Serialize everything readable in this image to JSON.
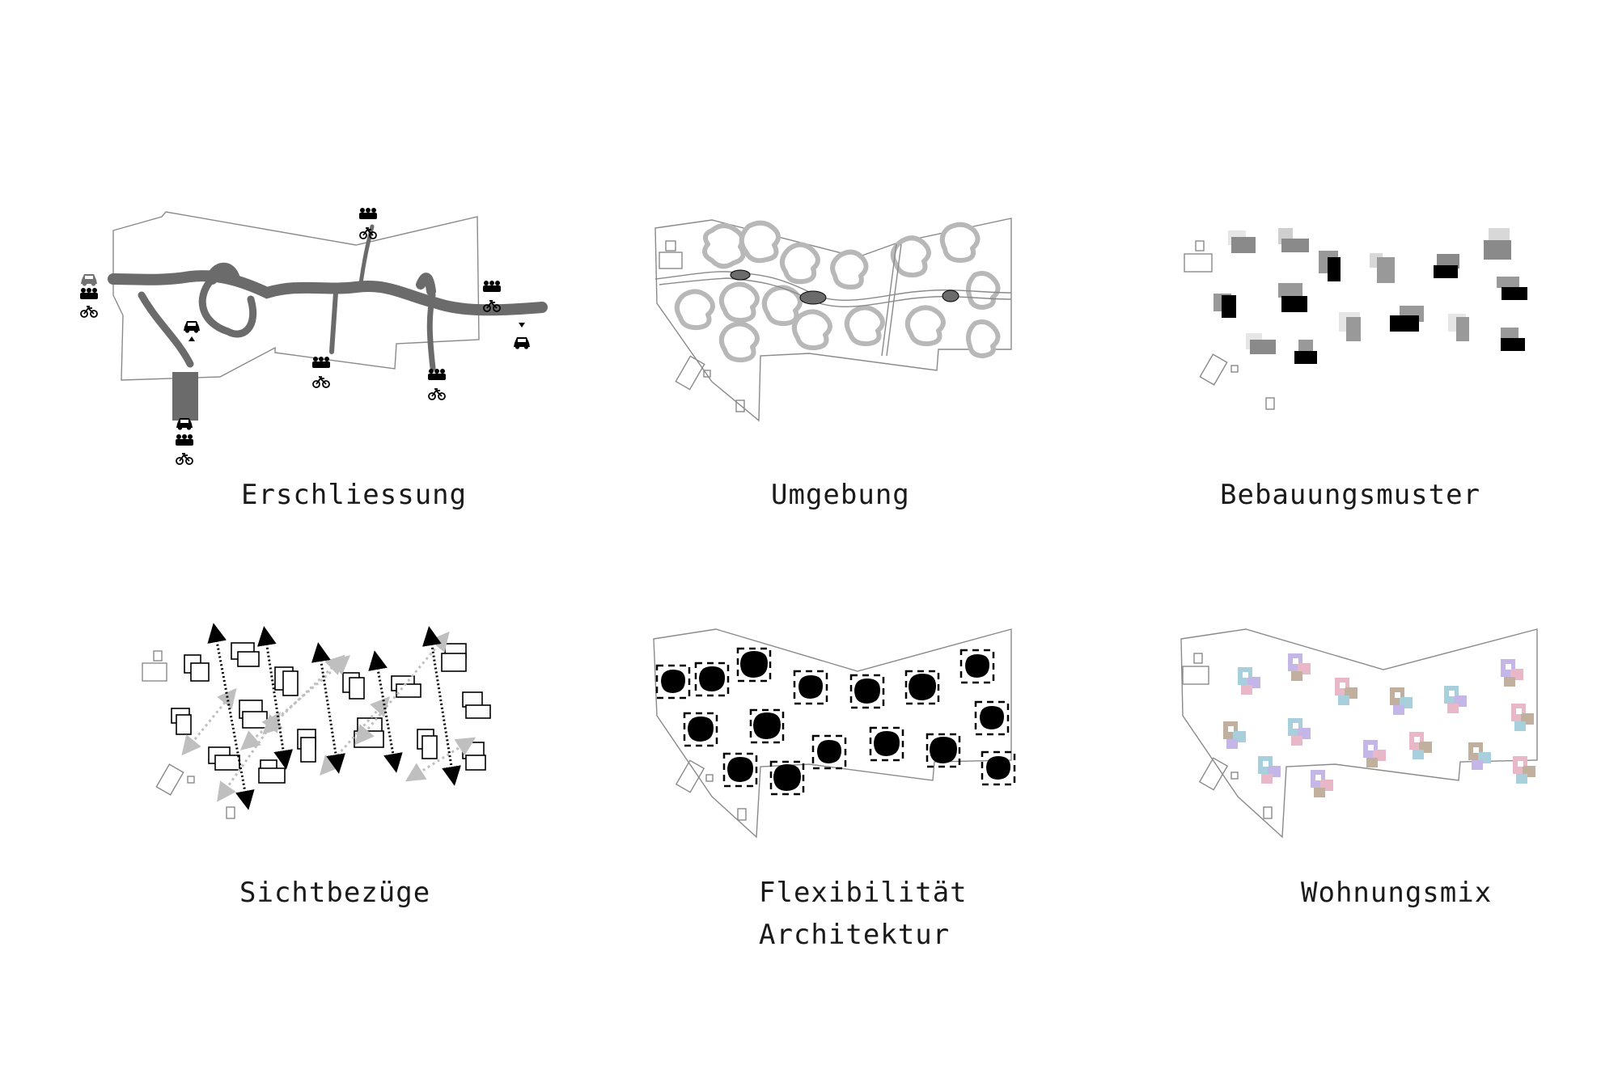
{
  "panels": [
    {
      "id": "erschliessung",
      "caption": "Erschliessung"
    },
    {
      "id": "umgebung",
      "caption": "Umgebung"
    },
    {
      "id": "bebauungsmuster",
      "caption": "Bebauungsmuster"
    },
    {
      "id": "sichtbezuege",
      "caption": "Sichtbezüge"
    },
    {
      "id": "flexibilitaet",
      "caption_line1": "Flexibilität",
      "caption_line2": "Architektur"
    },
    {
      "id": "wohnungsmix",
      "caption": "Wohnungsmix"
    }
  ],
  "colors": {
    "road": "#6b6b6b",
    "outline": "#8a8a8a",
    "green": "#b8b8b8",
    "black": "#000000",
    "mix_blue": "#a8d0dc",
    "mix_purple": "#c4b6e6",
    "mix_pink": "#e9b8c8",
    "mix_brown": "#c2b09e"
  },
  "icons": [
    "car-icon",
    "pedestrians-icon",
    "bicycle-icon",
    "view-arrow-icon"
  ]
}
